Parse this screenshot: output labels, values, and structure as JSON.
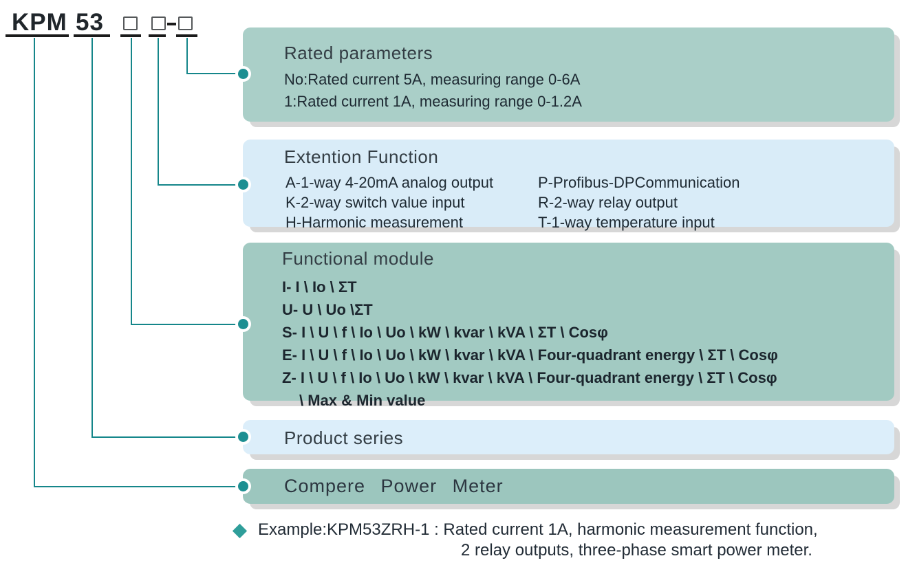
{
  "model_code": {
    "prefix": "KPM",
    "series": "53",
    "placeholders": [
      "functional-module",
      "extension-function",
      "rated-parameters"
    ],
    "separator": "-"
  },
  "boxes": {
    "rated": {
      "title": "Rated parameters",
      "lines": [
        "No:Rated current 5A, measuring range 0-6A",
        "1:Rated current 1A, measuring range 0-1.2A"
      ]
    },
    "extension": {
      "title": "Extention Function",
      "left": [
        "A-1-way 4-20mA analog output",
        "K-2-way switch value input",
        "H-Harmonic measurement"
      ],
      "right": [
        "P-Profibus-DPCommunication",
        "R-2-way relay output",
        "T-1-way temperature input"
      ]
    },
    "functional": {
      "title": "Functional module",
      "lines": [
        "I- I \\ Io \\ ΣT",
        "U- U \\ Uo \\ΣT",
        "S- I \\ U \\ f \\ Io \\ Uo \\ kW \\ kvar \\ kVA \\ ΣT \\ Cosφ",
        "E- I \\ U \\ f \\ Io \\ Uo \\ kW \\ kvar \\ kVA \\ Four-quadrant energy \\ ΣT \\ Cosφ",
        "Z- I \\ U \\ f \\ Io \\ Uo \\ kW \\ kvar \\ kVA \\ Four-quadrant energy \\ ΣT \\ Cosφ",
        "\\ Max & Min value"
      ]
    },
    "product": {
      "title": "Product series"
    },
    "brand": {
      "title": "Compere Power Meter"
    }
  },
  "example": {
    "line1": "Example:KPM53ZRH-1 : Rated current 1A, harmonic measurement function,",
    "line2": "2 relay outputs, three-phase smart power meter."
  },
  "colors": {
    "teal_line": "#15868a",
    "teal_dot": "#1d8f92",
    "teal_diamond": "#2f9e9a",
    "sage_box": "#aacfc8",
    "sage_box_dark": "#9cc6be",
    "blue_box": "#d9ecf8",
    "shadow": "#d7d7d7",
    "text": "#1e2a33"
  }
}
